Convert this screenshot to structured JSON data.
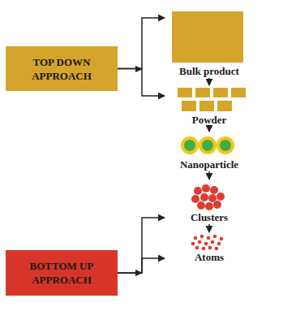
{
  "diagram": {
    "nodes": [
      {
        "text": [
          "TOP DOWN APPROACH"
        ]
      },
      {
        "text": [
          "Bulk product"
        ]
      },
      {
        "text": [
          "Powder"
        ]
      },
      {
        "text": [
          "Nanoparticle"
        ]
      },
      {
        "text": [
          "Clusters"
        ]
      },
      {
        "text": [
          "Atoms"
        ]
      },
      {
        "text": [
          "BOTTOM UP APPROACH"
        ]
      }
    ],
    "edges": [
      {
        "from": 0,
        "to": 1,
        "arrow": "to"
      },
      {
        "from": 0,
        "to": 2,
        "arrow": "to"
      },
      {
        "from": 1,
        "to": 2,
        "arrow": "to"
      },
      {
        "from": 2,
        "to": 3,
        "arrow": "to"
      },
      {
        "from": 3,
        "to": 4,
        "arrow": "to"
      },
      {
        "from": 4,
        "to": 5,
        "arrow": "to"
      },
      {
        "from": 6,
        "to": 4,
        "arrow": "to"
      },
      {
        "from": 6,
        "to": 5,
        "arrow": "to"
      }
    ]
  }
}
